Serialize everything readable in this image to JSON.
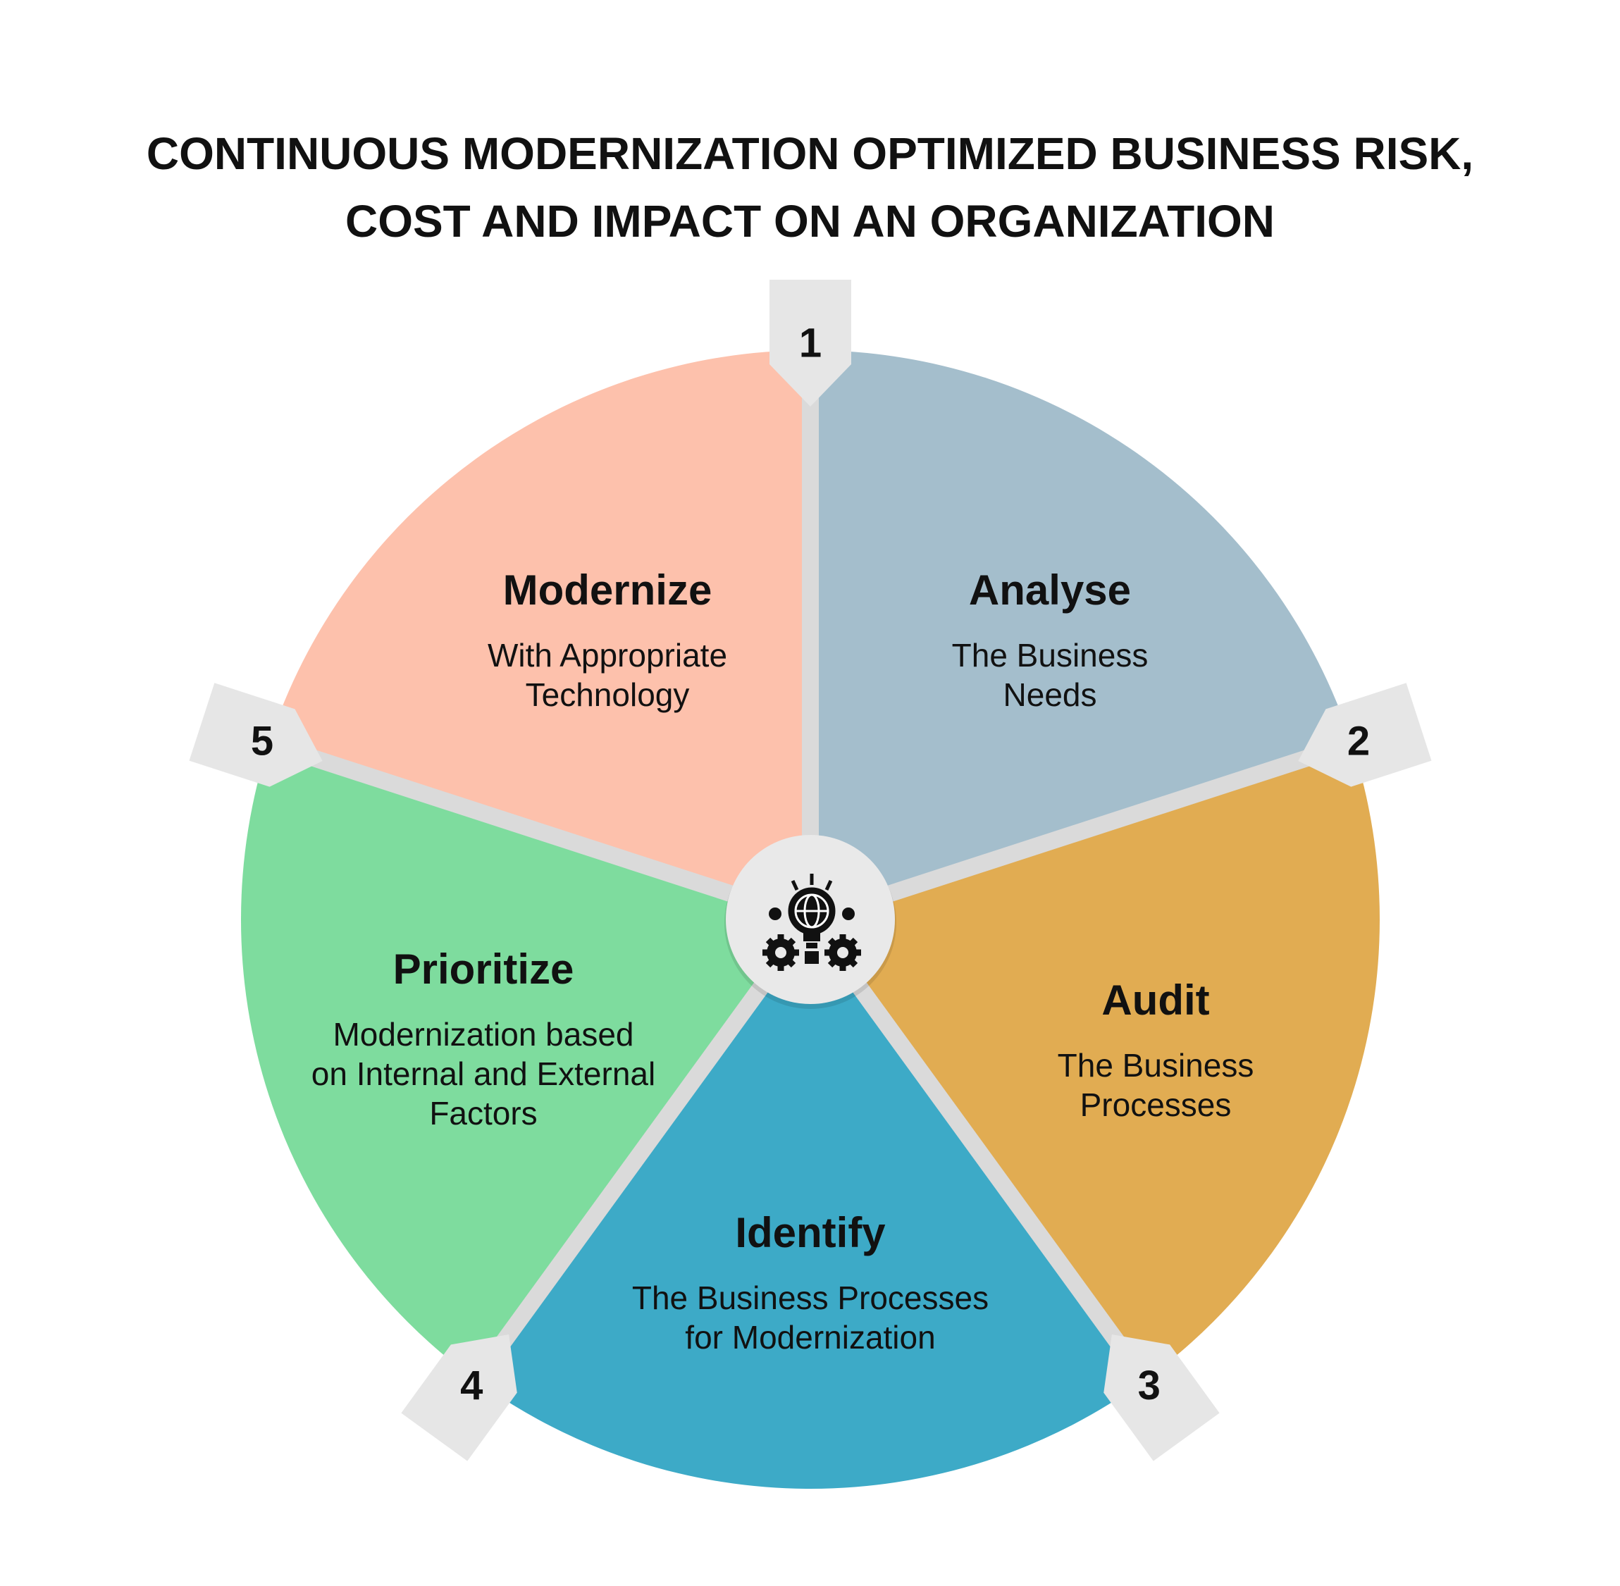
{
  "title": {
    "line1": "CONTINUOUS MODERNIZATION OPTIMIZED BUSINESS RISK,",
    "line2": "COST AND IMPACT ON AN ORGANIZATION"
  },
  "center_icon": "lightbulb-globe-gears-icon",
  "segments": [
    {
      "number": "1",
      "title": "Analyse",
      "lines": [
        "The Business",
        "Needs"
      ],
      "color": "#A4BECC"
    },
    {
      "number": "2",
      "title": "Audit",
      "lines": [
        "The Business",
        "Processes"
      ],
      "color": "#E1AC52"
    },
    {
      "number": "3",
      "title": "Identify",
      "lines": [
        "The Business Processes",
        "for Modernization"
      ],
      "color": "#3DAAC7"
    },
    {
      "number": "4",
      "title": "Prioritize",
      "lines": [
        "Modernization based",
        "on Internal and External",
        "Factors"
      ],
      "color": "#7EDC9E"
    },
    {
      "number": "5",
      "title": "Modernize",
      "lines": [
        "With Appropriate",
        "Technology"
      ],
      "color": "#FDC1AC"
    }
  ],
  "divider_color": "#DADADA",
  "badge_color": "#E6E6E6"
}
